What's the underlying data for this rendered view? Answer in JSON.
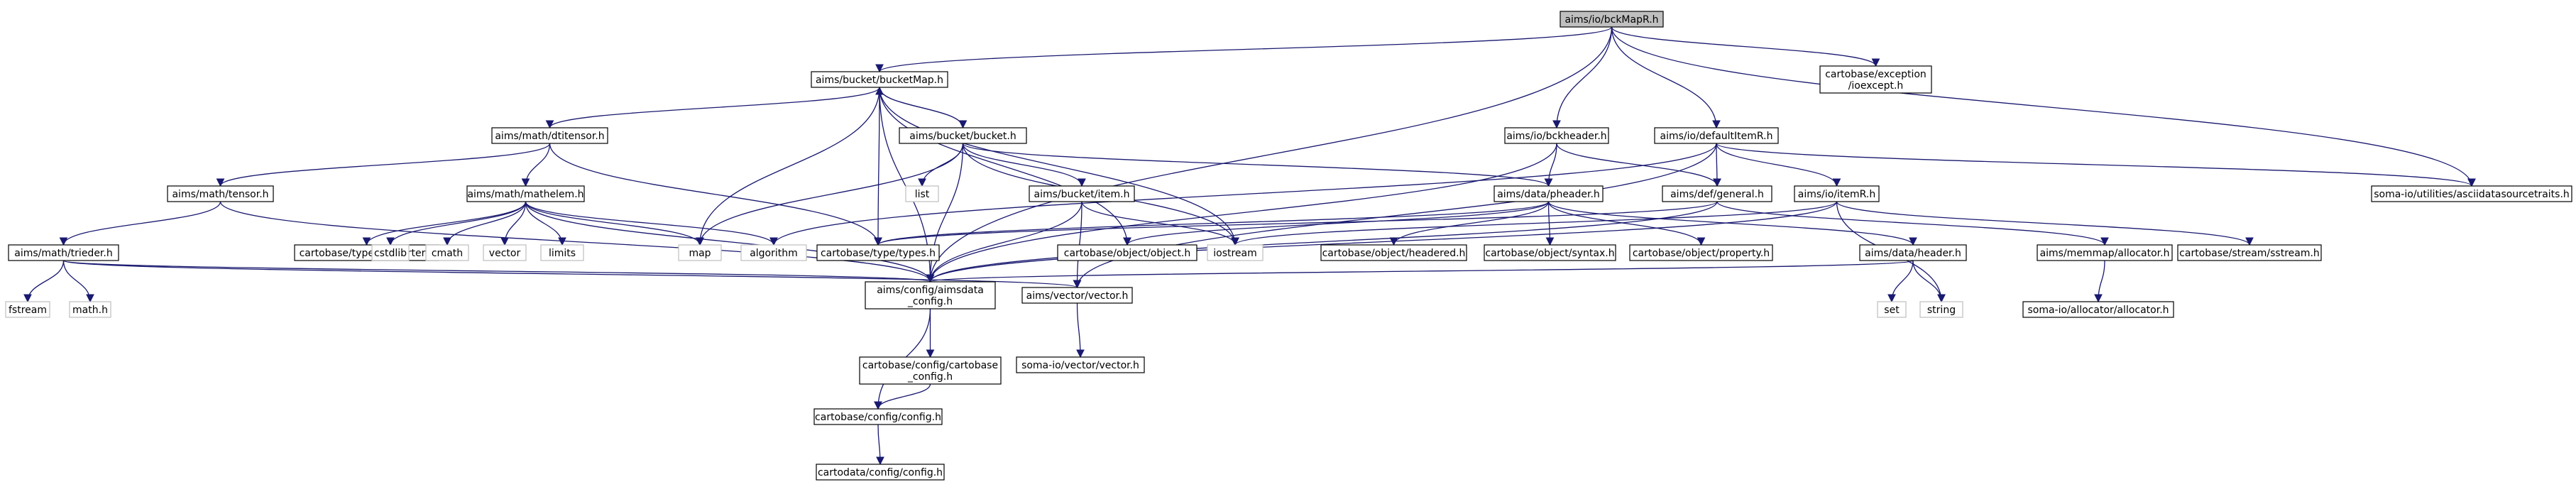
{
  "diagram": {
    "type": "include-dependency-graph",
    "colors": {
      "edge": "#191970",
      "node_border": "#000000",
      "external_border": "#bfbfbf",
      "root_fill": "#bfbfbf",
      "node_fill": "#ffffff",
      "external_text": "#000000"
    },
    "nodes": [
      {
        "id": "root",
        "label": "aims/io/bckMapR.h",
        "kind": "root"
      },
      {
        "id": "bucketMap",
        "label": "aims/bucket/bucketMap.h",
        "kind": "file"
      },
      {
        "id": "ioexcept",
        "label": "cartobase/exception\n/ioexcept.h",
        "kind": "file"
      },
      {
        "id": "bckheader",
        "label": "aims/io/bckheader.h",
        "kind": "file"
      },
      {
        "id": "defaultItemR",
        "label": "aims/io/defaultItemR.h",
        "kind": "file"
      },
      {
        "id": "asciidata",
        "label": "soma-io/utilities/asciidatasourcetraits.h",
        "kind": "file"
      },
      {
        "id": "dtitensor",
        "label": "aims/math/dtitensor.h",
        "kind": "file"
      },
      {
        "id": "bucket",
        "label": "aims/bucket/bucket.h",
        "kind": "file"
      },
      {
        "id": "tensor",
        "label": "aims/math/tensor.h",
        "kind": "file"
      },
      {
        "id": "mathelem",
        "label": "aims/math/mathelem.h",
        "kind": "file"
      },
      {
        "id": "list",
        "label": "list",
        "kind": "system"
      },
      {
        "id": "item",
        "label": "aims/bucket/item.h",
        "kind": "file"
      },
      {
        "id": "pheader",
        "label": "aims/data/pheader.h",
        "kind": "file"
      },
      {
        "id": "general",
        "label": "aims/def/general.h",
        "kind": "file"
      },
      {
        "id": "itemR",
        "label": "aims/io/itemR.h",
        "kind": "file"
      },
      {
        "id": "trieder",
        "label": "aims/math/trieder.h",
        "kind": "file"
      },
      {
        "id": "converter",
        "label": "cartobase/type/converter.h",
        "kind": "file"
      },
      {
        "id": "cstdlib",
        "label": "cstdlib",
        "kind": "system"
      },
      {
        "id": "cmath",
        "label": "cmath",
        "kind": "system"
      },
      {
        "id": "vector",
        "label": "vector",
        "kind": "system"
      },
      {
        "id": "limits",
        "label": "limits",
        "kind": "system"
      },
      {
        "id": "map",
        "label": "map",
        "kind": "system"
      },
      {
        "id": "algorithm",
        "label": "algorithm",
        "kind": "system"
      },
      {
        "id": "types",
        "label": "cartobase/type/types.h",
        "kind": "file"
      },
      {
        "id": "object",
        "label": "cartobase/object/object.h",
        "kind": "file"
      },
      {
        "id": "iostream",
        "label": "iostream",
        "kind": "system"
      },
      {
        "id": "headered",
        "label": "cartobase/object/headered.h",
        "kind": "file"
      },
      {
        "id": "syntax",
        "label": "cartobase/object/syntax.h",
        "kind": "file"
      },
      {
        "id": "property",
        "label": "cartobase/object/property.h",
        "kind": "file"
      },
      {
        "id": "header",
        "label": "aims/data/header.h",
        "kind": "file"
      },
      {
        "id": "allocator",
        "label": "aims/memmap/allocator.h",
        "kind": "file"
      },
      {
        "id": "sstream",
        "label": "cartobase/stream/sstream.h",
        "kind": "file"
      },
      {
        "id": "fstream",
        "label": "fstream",
        "kind": "system"
      },
      {
        "id": "mathh",
        "label": "math.h",
        "kind": "system"
      },
      {
        "id": "aimsdata_config",
        "label": "aims/config/aimsdata\n_config.h",
        "kind": "file"
      },
      {
        "id": "vectorh",
        "label": "aims/vector/vector.h",
        "kind": "file"
      },
      {
        "id": "set",
        "label": "set",
        "kind": "system"
      },
      {
        "id": "string",
        "label": "string",
        "kind": "system"
      },
      {
        "id": "soma_allocator",
        "label": "soma-io/allocator/allocator.h",
        "kind": "file"
      },
      {
        "id": "cartobase_config",
        "label": "cartobase/config/cartobase\n_config.h",
        "kind": "file"
      },
      {
        "id": "soma_vector",
        "label": "soma-io/vector/vector.h",
        "kind": "file"
      },
      {
        "id": "config",
        "label": "cartobase/config/config.h",
        "kind": "file"
      },
      {
        "id": "cartodata_config",
        "label": "cartodata/config/config.h",
        "kind": "file"
      }
    ],
    "edges": [
      [
        "root",
        "bucketMap"
      ],
      [
        "root",
        "ioexcept"
      ],
      [
        "root",
        "bckheader"
      ],
      [
        "root",
        "defaultItemR"
      ],
      [
        "root",
        "asciidata"
      ],
      [
        "root",
        "aimsdata_config"
      ],
      [
        "bucketMap",
        "dtitensor"
      ],
      [
        "bucketMap",
        "bucket"
      ],
      [
        "bucketMap",
        "map"
      ],
      [
        "bucketMap",
        "types"
      ],
      [
        "bucketMap",
        "object"
      ],
      [
        "bucketMap",
        "iostream"
      ],
      [
        "bucketMap",
        "aimsdata_config"
      ],
      [
        "bucket",
        "bucketMap"
      ],
      [
        "bucket",
        "list"
      ],
      [
        "bucket",
        "item"
      ],
      [
        "bucket",
        "pheader"
      ],
      [
        "bucket",
        "map"
      ],
      [
        "bucket",
        "iostream"
      ],
      [
        "bucket",
        "aimsdata_config"
      ],
      [
        "dtitensor",
        "tensor"
      ],
      [
        "dtitensor",
        "mathelem"
      ],
      [
        "dtitensor",
        "types"
      ],
      [
        "tensor",
        "trieder"
      ],
      [
        "tensor",
        "aimsdata_config"
      ],
      [
        "trieder",
        "fstream"
      ],
      [
        "trieder",
        "mathh"
      ],
      [
        "trieder",
        "aimsdata_config"
      ],
      [
        "trieder",
        "vectorh"
      ],
      [
        "mathelem",
        "converter"
      ],
      [
        "mathelem",
        "cstdlib"
      ],
      [
        "mathelem",
        "cmath"
      ],
      [
        "mathelem",
        "vector"
      ],
      [
        "mathelem",
        "limits"
      ],
      [
        "mathelem",
        "map"
      ],
      [
        "mathelem",
        "algorithm"
      ],
      [
        "mathelem",
        "aimsdata_config"
      ],
      [
        "item",
        "aimsdata_config"
      ],
      [
        "item",
        "vectorh"
      ],
      [
        "item",
        "iostream"
      ],
      [
        "bckheader",
        "pheader"
      ],
      [
        "bckheader",
        "general"
      ],
      [
        "bckheader",
        "aimsdata_config"
      ],
      [
        "pheader",
        "types"
      ],
      [
        "pheader",
        "object"
      ],
      [
        "pheader",
        "headered"
      ],
      [
        "pheader",
        "syntax"
      ],
      [
        "pheader",
        "property"
      ],
      [
        "pheader",
        "header"
      ],
      [
        "defaultItemR",
        "general"
      ],
      [
        "defaultItemR",
        "itemR"
      ],
      [
        "defaultItemR",
        "asciidata"
      ],
      [
        "defaultItemR",
        "algorithm"
      ],
      [
        "defaultItemR",
        "vectorh"
      ],
      [
        "general",
        "types"
      ],
      [
        "general",
        "allocator"
      ],
      [
        "general",
        "aimsdata_config"
      ],
      [
        "itemR",
        "iostream"
      ],
      [
        "itemR",
        "sstream"
      ],
      [
        "itemR",
        "string"
      ],
      [
        "itemR",
        "aimsdata_config"
      ],
      [
        "header",
        "set"
      ],
      [
        "header",
        "string"
      ],
      [
        "header",
        "aimsdata_config"
      ],
      [
        "allocator",
        "soma_allocator"
      ],
      [
        "vectorh",
        "soma_vector"
      ],
      [
        "aimsdata_config",
        "cartobase_config"
      ],
      [
        "aimsdata_config",
        "config"
      ],
      [
        "cartobase_config",
        "config"
      ],
      [
        "config",
        "cartodata_config"
      ]
    ]
  }
}
